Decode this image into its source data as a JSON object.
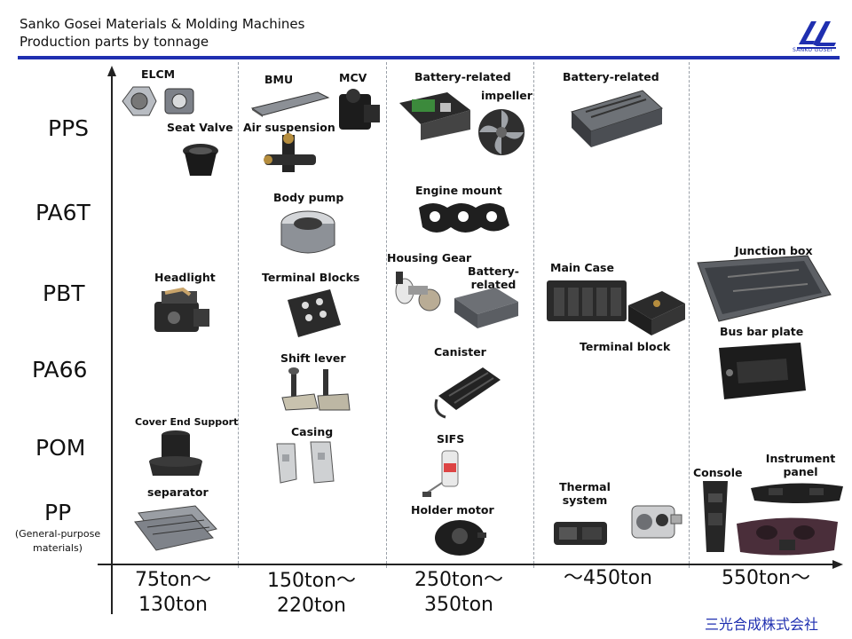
{
  "header": {
    "title": "Sanko Gosei Materials & Molding Machines",
    "subtitle": "Production parts by tonnage",
    "logo_text": "SANKO GOSEI"
  },
  "materials": [
    "PPS",
    "PA6T",
    "PBT",
    "PA66",
    "POM",
    "PP"
  ],
  "materials_note": [
    "(General-purpose",
    "materials)"
  ],
  "tonnage": [
    [
      "75ton～",
      "130ton"
    ],
    [
      "150ton～",
      "220ton"
    ],
    [
      "250ton～",
      "350ton"
    ],
    [
      "～450ton"
    ],
    [
      "550ton～"
    ]
  ],
  "parts": {
    "elcm": "ELCM",
    "seat_valve": "Seat Valve",
    "headlight": "Headlight",
    "cover_end_support": "Cover End Support",
    "separator": "separator",
    "bmu": "BMU",
    "mcv": "MCV",
    "air_suspension": "Air suspension",
    "body_pump": "Body pump",
    "terminal_blocks": "Terminal Blocks",
    "shift_lever": "Shift lever",
    "casing": "Casing",
    "battery_related_1": "Battery-related",
    "impeller": "impeller",
    "engine_mount": "Engine mount",
    "housing_gear": "Housing Gear",
    "battery_related_2a": "Battery-",
    "battery_related_2b": "related",
    "canister": "Canister",
    "sifs": "SIFS",
    "holder_motor": "Holder motor",
    "battery_related_3": "Battery-related",
    "main_case": "Main Case",
    "terminal_block": "Terminal block",
    "thermal_system_a": "Thermal",
    "thermal_system_b": "system",
    "junction_box": "Junction box",
    "bus_bar_plate": "Bus bar plate",
    "console": "Console",
    "instrument_panel_a": "Instrument",
    "instrument_panel_b": "panel"
  },
  "company": "三光合成株式会社",
  "colors": {
    "accent": "#1f2fb0",
    "axis": "#222222",
    "separator": "#9aa0a8"
  }
}
